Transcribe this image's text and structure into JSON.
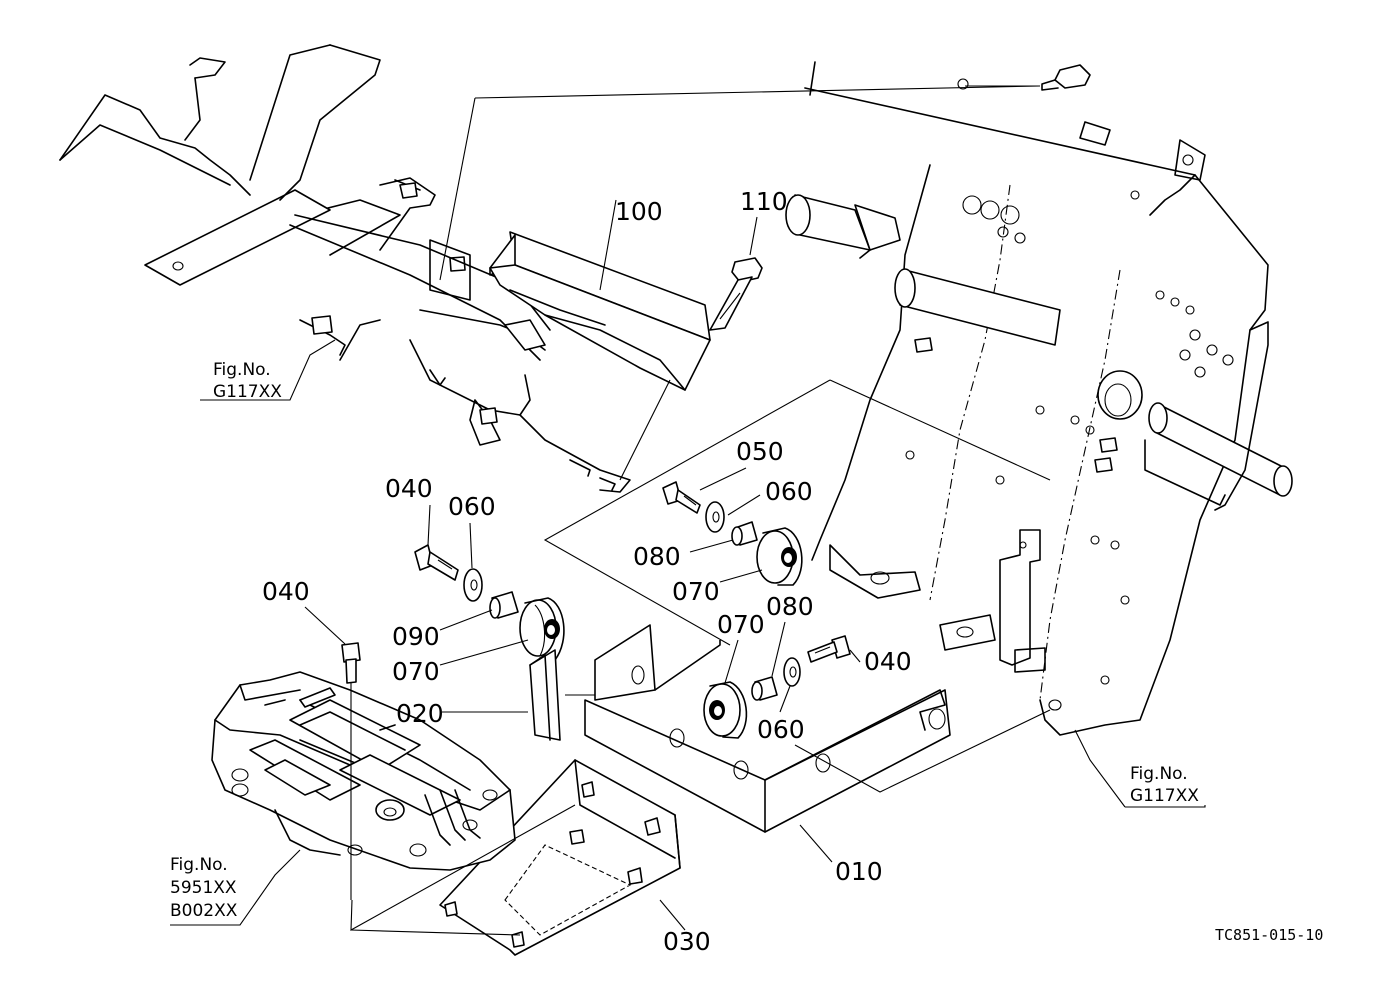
{
  "diagram": {
    "parts": [
      {
        "id": "p100",
        "label": "100"
      },
      {
        "id": "p110",
        "label": "110"
      },
      {
        "id": "p050",
        "label": "050"
      },
      {
        "id": "p060a",
        "label": "060"
      },
      {
        "id": "p040a",
        "label": "040"
      },
      {
        "id": "p060b",
        "label": "060"
      },
      {
        "id": "p080a",
        "label": "080"
      },
      {
        "id": "p070a",
        "label": "070"
      },
      {
        "id": "p040b",
        "label": "040"
      },
      {
        "id": "p090",
        "label": "090"
      },
      {
        "id": "p070b",
        "label": "070"
      },
      {
        "id": "p070c",
        "label": "070"
      },
      {
        "id": "p080b",
        "label": "080"
      },
      {
        "id": "p040c",
        "label": "040"
      },
      {
        "id": "p020",
        "label": "020"
      },
      {
        "id": "p060c",
        "label": "060"
      },
      {
        "id": "p010",
        "label": "010"
      },
      {
        "id": "p030",
        "label": "030"
      }
    ],
    "references": [
      {
        "id": "ref_top_left",
        "lines": [
          "Fig.No.",
          "G117XX"
        ]
      },
      {
        "id": "ref_right",
        "lines": [
          "Fig.No.",
          "G117XX"
        ]
      },
      {
        "id": "ref_bottom_left",
        "lines": [
          "Fig.No.",
          "5951XX",
          "B002XX"
        ]
      }
    ],
    "drawing_code": "TC851-015-10"
  }
}
